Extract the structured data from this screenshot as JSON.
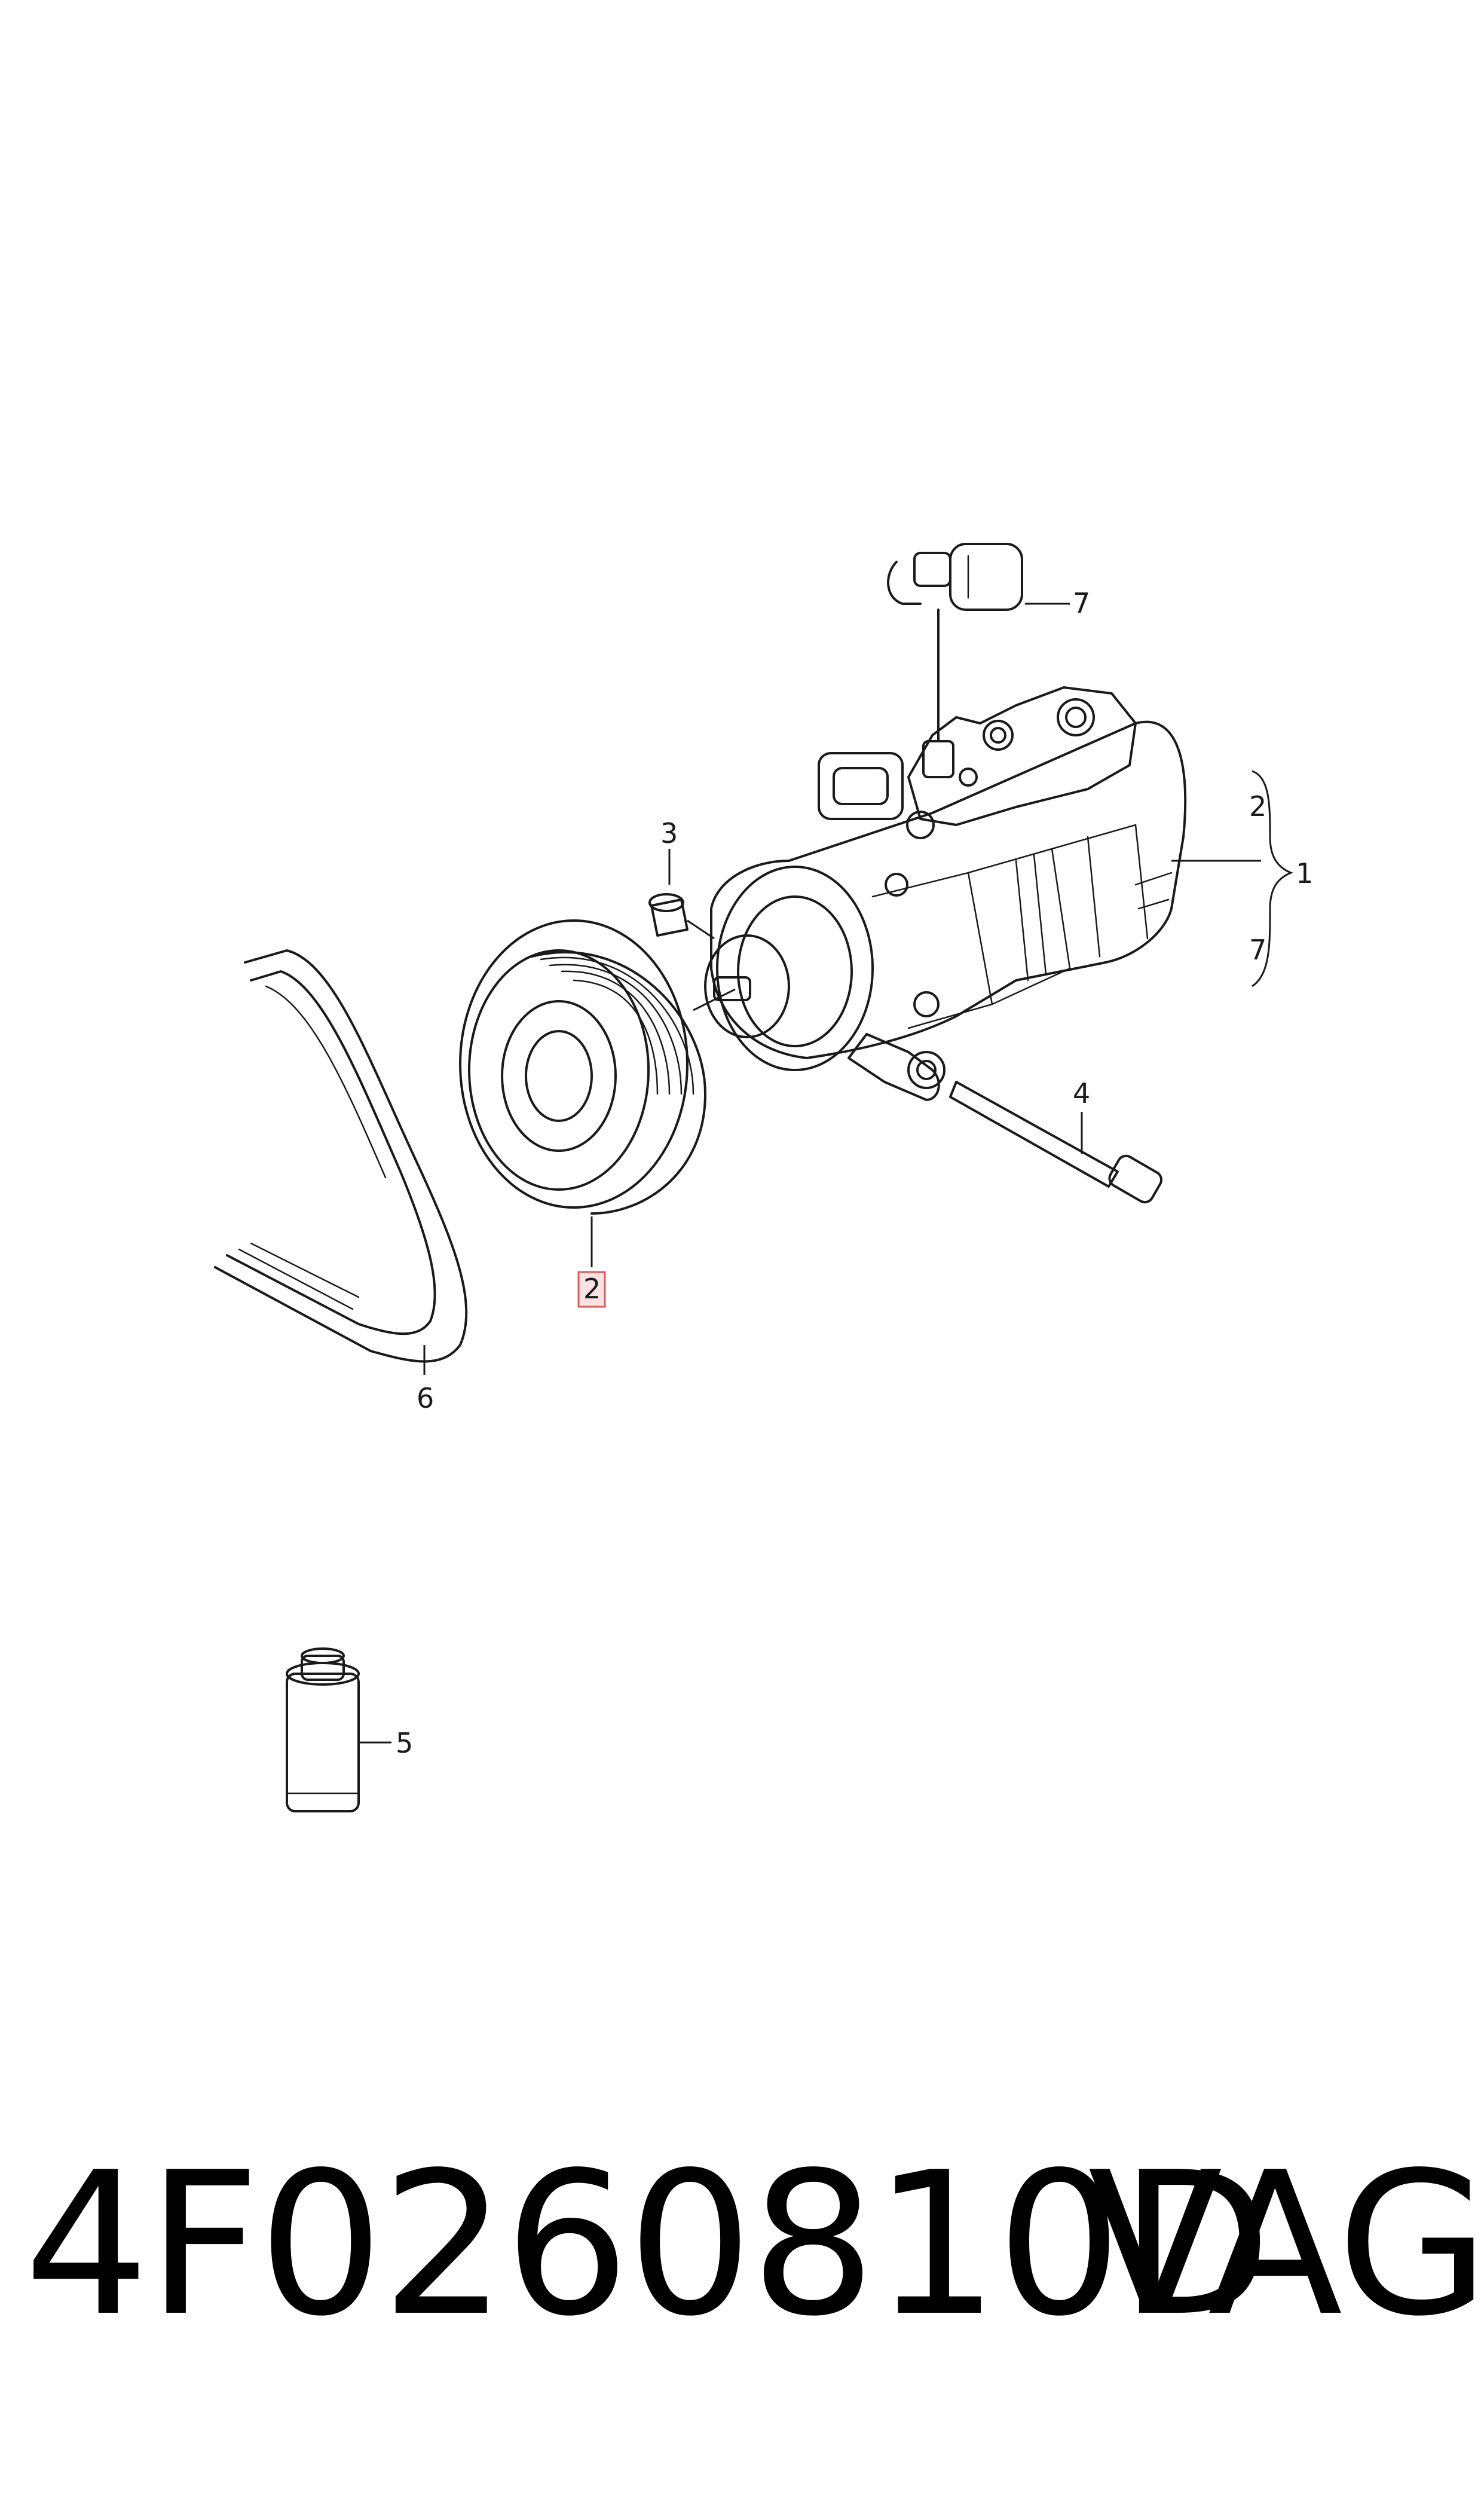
{
  "diagram": {
    "callouts": {
      "compressor_group": "1",
      "bracket_top": "2",
      "bracket_bottom": "7",
      "pulley": "2",
      "spacer": "3",
      "bolt": "4",
      "oil_bottle": "5",
      "belt": "6",
      "sensor": "7"
    },
    "highlight_color": "#e05a5a"
  },
  "footer": {
    "part_number": "4F0260810D",
    "brand": "VAG"
  }
}
